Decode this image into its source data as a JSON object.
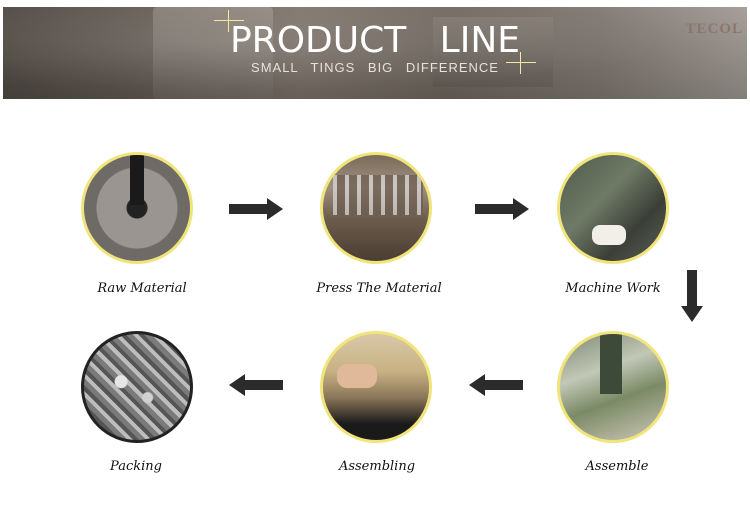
{
  "banner": {
    "title": "PRODUCT LINE",
    "subtitle": "SMALL TINGS BIG DIFFERENCE",
    "brand_fragment": "TECOL"
  },
  "steps": [
    {
      "label": "Raw Material",
      "image": "raw-material-photo"
    },
    {
      "label": "Press The Material",
      "image": "press-material-photo"
    },
    {
      "label": "Machine Work",
      "image": "machine-work-photo"
    },
    {
      "label": "Assemble",
      "image": "assemble-photo"
    },
    {
      "label": "Assembling",
      "image": "assembling-photo"
    },
    {
      "label": "Packing",
      "image": "packing-photo"
    }
  ],
  "colors": {
    "ring_accent": "#f0e47a",
    "ring_dark": "#222222",
    "arrow": "#2b2b2b"
  }
}
